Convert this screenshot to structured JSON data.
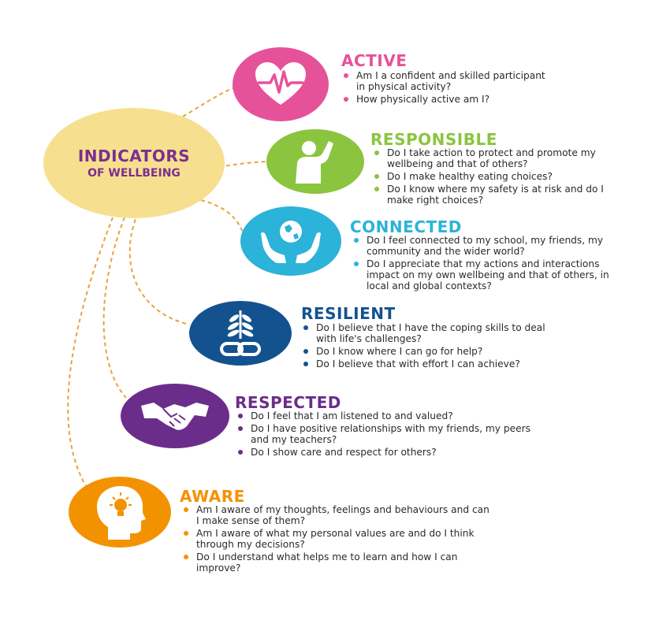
{
  "hub": {
    "line1": "INDICATORS",
    "line2": "OF WELLBEING"
  },
  "indicators": [
    {
      "title": "ACTIVE",
      "color": "#e6529a",
      "icon": "heart-pulse-icon",
      "questions": [
        "Am I a confident and skilled participant in physical activity?",
        "How physically active am I?"
      ]
    },
    {
      "title": "RESPONSIBLE",
      "color": "#8bc43f",
      "icon": "person-raising-hand-icon",
      "questions": [
        "Do I take action to protect and promote my wellbeing and that of others?",
        "Do I make healthy eating choices?",
        "Do I know where my safety is at risk and do I make right choices?"
      ]
    },
    {
      "title": "CONNECTED",
      "color": "#2bb3d9",
      "icon": "hands-holding-globe-icon",
      "questions": [
        "Do I feel connected to my school, my friends, my community and the wider world?",
        "Do I appreciate that my actions and interactions impact on my own wellbeing and that of others, in local and global contexts?"
      ]
    },
    {
      "title": "RESILIENT",
      "color": "#13528f",
      "icon": "plant-and-chain-icon",
      "questions": [
        "Do I believe that I have the coping skills to deal with life's challenges?",
        "Do I know where I can go for help?",
        "Do I  believe that with effort I can achieve?"
      ]
    },
    {
      "title": "RESPECTED",
      "color": "#6b2d8a",
      "icon": "handshake-icon",
      "questions": [
        "Do I feel that I am listened to and valued?",
        "Do I have positive relationships with my friends, my peers and my teachers?",
        "Do I show care and respect for others?"
      ]
    },
    {
      "title": "AWARE",
      "color": "#f39200",
      "icon": "head-with-lightbulb-icon",
      "questions": [
        "Am I aware of my thoughts, feelings and behaviours and can I make sense of them?",
        "Am I aware of what my personal values are and do I think through my decisions?",
        "Do I understand what helps me to learn and how I can improve?"
      ]
    }
  ],
  "connector_color": "#e8a33d"
}
